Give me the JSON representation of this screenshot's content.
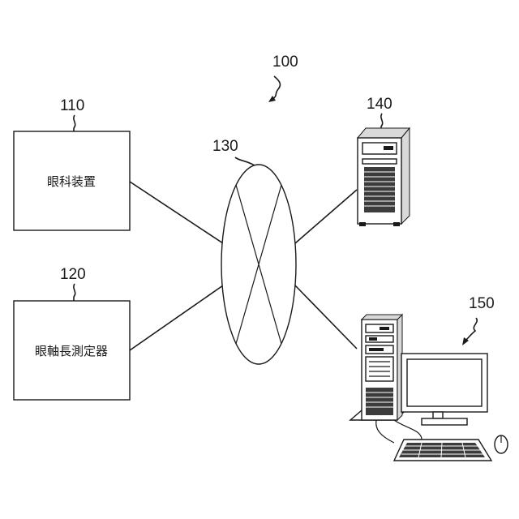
{
  "system_ref": "100",
  "nodes": {
    "ophthalmic_device": {
      "ref": "110",
      "label": "眼科装置"
    },
    "axial_length_meter": {
      "ref": "120",
      "label": "眼軸長測定器"
    },
    "network": {
      "ref": "130"
    },
    "server": {
      "ref": "140"
    },
    "viewer": {
      "ref": "150"
    }
  }
}
